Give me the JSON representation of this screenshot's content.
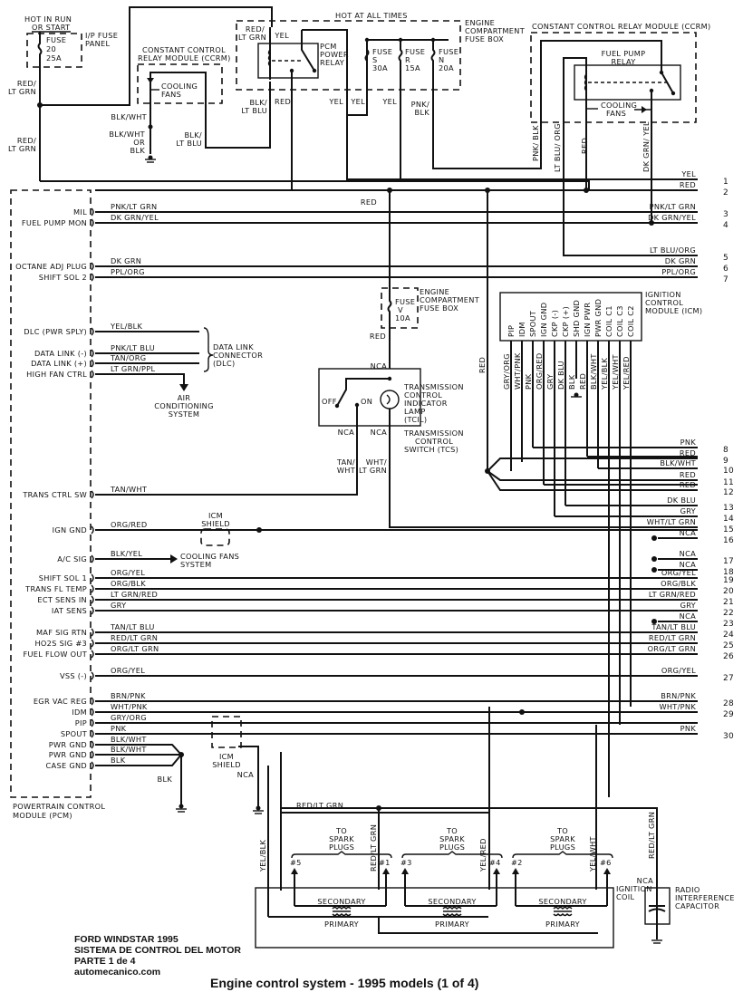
{
  "title": "Engine control system - 1995 models (1 of 4)",
  "footer": {
    "line1": "FORD WINDSTAR 1995",
    "line2": "SISTEMA DE CONTROL DEL MOTOR",
    "line3": "PARTE 1 de 4",
    "line4": "automecanico.com"
  },
  "top_left": {
    "hot_in_run_1": "HOT IN RUN",
    "hot_in_run_2": "OR START",
    "fuse_1": "FUSE",
    "fuse_2": "20",
    "fuse_3": "25A",
    "ip_panel_1": "I/P FUSE",
    "ip_panel_2": "PANEL",
    "wire_red_ltgrn_a1": "RED/",
    "wire_red_ltgrn_a2": "LT GRN",
    "wire_red_ltgrn_b1": "RED/",
    "wire_red_ltgrn_b2": "LT GRN"
  },
  "ccrm_left": {
    "title_1": "CONSTANT CONTROL",
    "title_2": "RELAY MODULE (CCRM)",
    "cooling_1": "COOLING",
    "cooling_2": "FANS",
    "wire_blk_wht": "BLK/WHT",
    "wire_alt_1": "BLK/WHT",
    "wire_alt_2": "OR",
    "wire_alt_3": "BLK",
    "wire_blk_ltblu_1": "BLK/",
    "wire_blk_ltblu_2": "LT BLU"
  },
  "engine_fuse_box": {
    "hot_at_all_times": "HOT AT ALL TIMES",
    "title_1": "ENGINE",
    "title_2": "COMPARTMENT",
    "title_3": "FUSE BOX",
    "relay_1": "PCM",
    "relay_2": "POWER",
    "relay_3": "RELAY",
    "wire_red_ltgrn_1": "RED/",
    "wire_red_ltgrn_2": "LT GRN",
    "wire_yel": "YEL",
    "fuses": [
      {
        "label": "FUSE",
        "id": "S",
        "rating": "30A"
      },
      {
        "label": "FUSE",
        "id": "R",
        "rating": "15A"
      },
      {
        "label": "FUSE",
        "id": "N",
        "rating": "20A"
      }
    ],
    "wire_blk_ltblu_1": "BLK/",
    "wire_blk_ltblu_2": "LT BLU",
    "wire_red": "RED",
    "wire_yel_a": "YEL",
    "wire_yel_b": "YEL",
    "wire_yel_c": "YEL",
    "wire_pnk_blk_1": "PNK/",
    "wire_pnk_blk_2": "BLK"
  },
  "ccrm_right": {
    "title": "CONSTANT CONTROL RELAY MODULE (CCRM)",
    "relay_1": "FUEL PUMP",
    "relay_2": "RELAY",
    "cooling_1": "COOLING",
    "cooling_2": "FANS",
    "wires": [
      "PNK/ BLK",
      "LT BLU/ ORG",
      "RED",
      "DK GRN/ YEL"
    ]
  },
  "pcm": {
    "title_1": "POWERTRAIN CONTROL",
    "title_2": "MODULE (PCM)",
    "pins": [
      {
        "name": "MIL",
        "wire": "PNK/LT GRN"
      },
      {
        "name": "FUEL PUMP MON",
        "wire": "DK GRN/YEL"
      },
      {
        "name": "OCTANE ADJ PLUG",
        "wire": "DK GRN"
      },
      {
        "name": "SHIFT SOL 2",
        "wire": "PPL/ORG"
      },
      {
        "name": "DLC (PWR SPLY)",
        "wire": "YEL/BLK"
      },
      {
        "name": "DATA LINK (-)",
        "wire": "PNK/LT BLU"
      },
      {
        "name": "DATA LINK (+)",
        "wire": "TAN/ORG"
      },
      {
        "name": "HIGH FAN CTRL",
        "wire": "LT GRN/PPL"
      },
      {
        "name": "TRANS CTRL SW",
        "wire": "TAN/WHT"
      },
      {
        "name": "IGN GND",
        "wire": "ORG/RED"
      },
      {
        "name": "A/C SIG",
        "wire": "BLK/YEL"
      },
      {
        "name": "SHIFT SOL 1",
        "wire": "ORG/YEL"
      },
      {
        "name": "TRANS FL TEMP",
        "wire": "ORG/BLK"
      },
      {
        "name": "ECT SENS IN",
        "wire": "LT GRN/RED"
      },
      {
        "name": "IAT SENS",
        "wire": "GRY"
      },
      {
        "name": "MAF SIG RTN",
        "wire": "TAN/LT BLU"
      },
      {
        "name": "HO2S SIG #3",
        "wire": "RED/LT GRN"
      },
      {
        "name": "FUEL FLOW OUT",
        "wire": "ORG/LT GRN"
      },
      {
        "name": "VSS (-)",
        "wire": "ORG/YEL"
      },
      {
        "name": "EGR VAC REG",
        "wire": "BRN/PNK"
      },
      {
        "name": "IDM",
        "wire": "WHT/PNK"
      },
      {
        "name": "PIP",
        "wire": "GRY/ORG"
      },
      {
        "name": "SPOUT",
        "wire": "PNK"
      },
      {
        "name": "PWR GND",
        "wire": "BLK/WHT"
      },
      {
        "name": "PWR GND",
        "wire": "BLK/WHT"
      },
      {
        "name": "CASE GND",
        "wire": "BLK"
      }
    ],
    "ground_wire": "BLK"
  },
  "dlc": {
    "label_1": "DATA LINK",
    "label_2": "CONNECTOR",
    "label_3": "(DLC)"
  },
  "ac_system": {
    "label_1": "AIR",
    "label_2": "CONDITIONING",
    "label_3": "SYSTEM"
  },
  "cooling_fans_system": {
    "label_1": "COOLING FANS",
    "label_2": "SYSTEM"
  },
  "icm_shield_a": {
    "label_1": "ICM",
    "label_2": "SHIELD"
  },
  "icm_shield_b": {
    "label_1": "ICM",
    "label_2": "SHIELD",
    "nca": "NCA"
  },
  "fuse_v": {
    "label": "FUSE",
    "id": "V",
    "rating": "10A",
    "box_1": "ENGINE",
    "box_2": "COMPARTMENT",
    "box_3": "FUSE BOX",
    "wire_red": "RED",
    "wire_red_vertical": "RED"
  },
  "tcs": {
    "nca_top": "NCA",
    "off": "OFF",
    "on": "ON",
    "lamp_1": "TRANSMISSION",
    "lamp_2": "CONTROL",
    "lamp_3": "INDICATOR",
    "lamp_4": "LAMP",
    "lamp_5": "(TCIL)",
    "switch_1": "TRANSMISSION",
    "switch_2": "CONTROL",
    "switch_3": "SWITCH (TCS)",
    "nca_left": "NCA",
    "nca_right": "NCA",
    "wire_tan_wht_1": "TAN/",
    "wire_tan_wht_2": "WHT",
    "wire_wht_ltgrn_1": "WHT/",
    "wire_wht_ltgrn_2": "LT GRN"
  },
  "icm": {
    "title_1": "IGNITION",
    "title_2": "CONTROL",
    "title_3": "MODULE (ICM)",
    "pins": [
      {
        "name": "PIP",
        "wire": "GRY/ORG"
      },
      {
        "name": "IDM",
        "wire": "WHT/PNK"
      },
      {
        "name": "SPOUT",
        "wire": "PNK"
      },
      {
        "name": "IGN GND",
        "wire": "ORG/RED"
      },
      {
        "name": "CKP (-)",
        "wire": "GRY"
      },
      {
        "name": "CKP (+)",
        "wire": "DK BLU"
      },
      {
        "name": "SHD GND",
        "wire": "BLK"
      },
      {
        "name": "IGN PWR",
        "wire": "RED"
      },
      {
        "name": "PWR GND",
        "wire": "BLK/WHT"
      },
      {
        "name": "COIL C1",
        "wire": "YEL/BLK"
      },
      {
        "name": "COIL C3",
        "wire": "YEL/WHT"
      },
      {
        "name": "COIL C2",
        "wire": "YEL/RED"
      }
    ]
  },
  "right_connectors": [
    {
      "num": "1",
      "wire": "YEL"
    },
    {
      "num": "2",
      "wire": "RED"
    },
    {
      "num": "3",
      "wire": "PNK/LT GRN"
    },
    {
      "num": "4",
      "wire": "DK GRN/YEL"
    },
    {
      "num": "5",
      "wire": "LT BLU/ORG"
    },
    {
      "num": "6",
      "wire": "DK GRN"
    },
    {
      "num": "7",
      "wire": "PPL/ORG"
    },
    {
      "num": "8",
      "wire": "PNK"
    },
    {
      "num": "9",
      "wire": "RED"
    },
    {
      "num": "10",
      "wire": "BLK/WHT"
    },
    {
      "num": "11",
      "wire": "RED"
    },
    {
      "num": "12",
      "wire": "RED"
    },
    {
      "num": "13",
      "wire": "DK BLU"
    },
    {
      "num": "14",
      "wire": "GRY"
    },
    {
      "num": "15",
      "wire": "WHT/LT GRN"
    },
    {
      "num": "16",
      "wire": "NCA"
    },
    {
      "num": "17",
      "wire": "NCA"
    },
    {
      "num": "18",
      "wire": "NCA"
    },
    {
      "num": "19",
      "wire": "ORG/YEL"
    },
    {
      "num": "20",
      "wire": "ORG/BLK"
    },
    {
      "num": "21",
      "wire": "LT GRN/RED"
    },
    {
      "num": "22",
      "wire": "GRY"
    },
    {
      "num": "23",
      "wire": "NCA"
    },
    {
      "num": "24",
      "wire": "TAN/LT BLU"
    },
    {
      "num": "25",
      "wire": "RED/LT GRN"
    },
    {
      "num": "26",
      "wire": "ORG/LT GRN"
    },
    {
      "num": "27",
      "wire": "ORG/YEL"
    },
    {
      "num": "28",
      "wire": "BRN/PNK"
    },
    {
      "num": "29",
      "wire": "WHT/PNK"
    },
    {
      "num": "30",
      "wire": "PNK"
    }
  ],
  "misc": {
    "wire_red_mid": "RED",
    "wire_red_vertical": "RED",
    "wire_red_ltgrn_bottom": "RED/LT GRN",
    "nca_pcm": "NCA"
  },
  "ignition_coil": {
    "label_1": "IGNITION",
    "label_2": "COIL",
    "wires": [
      "YEL/BLK",
      "RED/LT GRN",
      "YEL/RED",
      "YEL/WHT"
    ],
    "groups": [
      {
        "to_1": "TO",
        "to_2": "SPARK",
        "to_3": "PLUGS",
        "plug_a": "#5",
        "plug_b": "#1",
        "secondary": "SECONDARY",
        "primary": "PRIMARY"
      },
      {
        "to_1": "TO",
        "to_2": "SPARK",
        "to_3": "PLUGS",
        "plug_a": "#3",
        "plug_b": "#4",
        "secondary": "SECONDARY",
        "primary": "PRIMARY"
      },
      {
        "to_1": "TO",
        "to_2": "SPARK",
        "to_3": "PLUGS",
        "plug_a": "#2",
        "plug_b": "#6",
        "secondary": "SECONDARY",
        "primary": "PRIMARY"
      }
    ]
  },
  "capacitor": {
    "wire": "RED/LT GRN",
    "nca": "NCA",
    "label_1": "RADIO",
    "label_2": "INTERFERENCE",
    "label_3": "CAPACITOR"
  }
}
